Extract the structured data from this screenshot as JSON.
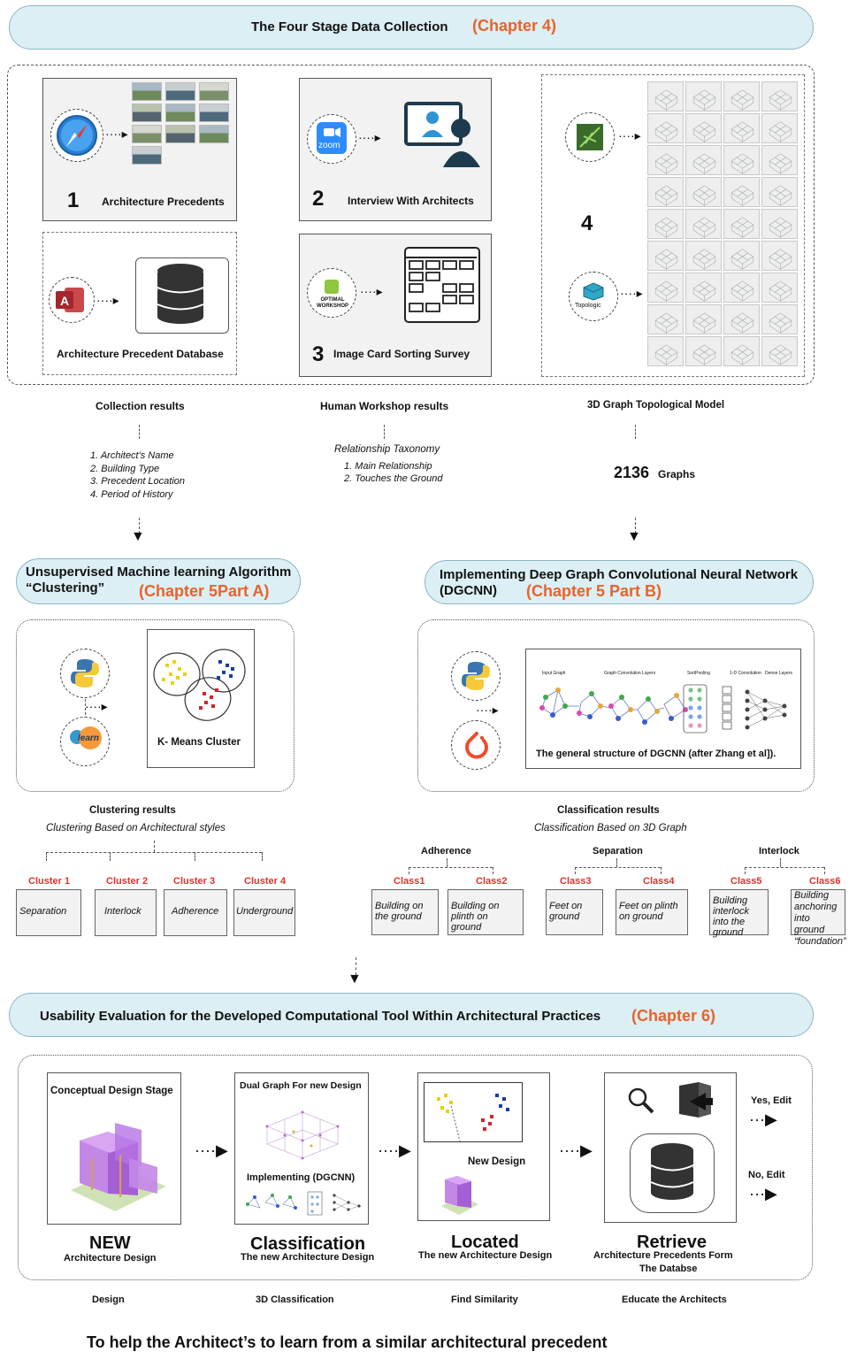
{
  "top_banner": {
    "title": "The Four Stage Data Collection",
    "chapter": "(Chapter 4)"
  },
  "stage1": {
    "number": "1",
    "label": "Architecture  Precedents"
  },
  "stage_db": {
    "label": "Architecture  Precedent  Database"
  },
  "stage2": {
    "number": "2",
    "label": "Interview With Architects"
  },
  "stage3": {
    "number": "3",
    "label": "Image Card Sorting Survey"
  },
  "stage4": {
    "number": "4"
  },
  "icons": {
    "zoom": "zoom",
    "optimal": "OPTIMAL WORKSHOP",
    "topologic": "Topologic",
    "sklearn": "learn"
  },
  "results": {
    "collection": {
      "title": "Collection results",
      "items": [
        "1. Architect's Name",
        "2. Building Type",
        "3. Precedent Location",
        "4. Period of History"
      ]
    },
    "workshop": {
      "title": "Human Workshop results",
      "subtitle": "Relationship Taxonomy",
      "items": [
        "1. Main Relationship",
        "2. Touches the Ground"
      ]
    },
    "graph": {
      "title": "3D Graph Topological Model",
      "count": "2136",
      "unit": "Graphs"
    }
  },
  "chapter5a": {
    "line1": "Unsupervised Machine learning Algorithm",
    "line2": "“Clustering”",
    "chapter": "(Chapter 5Part A)"
  },
  "chapter5b": {
    "line1": "Implementing Deep Graph Convolutional Neural Network",
    "line2": "(DGCNN)",
    "chapter": "(Chapter 5 Part B)"
  },
  "kmeans": {
    "label": "K- Means Cluster"
  },
  "dgcnn": {
    "caption": "The general structure of DGCNN (after Zhang et al]).",
    "layer_labels": [
      "Input Graph",
      "Graph Convolution Layers",
      "SortPooling",
      "1-D Convolution",
      "Dense Layers"
    ]
  },
  "clustering": {
    "title": "Clustering  results",
    "subtitle": "Clustering Based on Architectural styles",
    "clusters": [
      {
        "name": "Cluster 1",
        "label": "Separation"
      },
      {
        "name": "Cluster 2",
        "label": "Interlock"
      },
      {
        "name": "Cluster 3",
        "label": "Adherence"
      },
      {
        "name": "Cluster 4",
        "label": "Underground"
      }
    ]
  },
  "classification": {
    "title": "Classification results",
    "subtitle": "Classification Based on 3D Graph",
    "groups": [
      "Adherence",
      "Separation",
      "Interlock"
    ],
    "classes": [
      {
        "name": "Class1",
        "label": "Building on the ground"
      },
      {
        "name": "Class2",
        "label": "Building on plinth on ground"
      },
      {
        "name": "Class3",
        "label": "Feet on ground"
      },
      {
        "name": "Class4",
        "label": "Feet on plinth on ground"
      },
      {
        "name": "Class5",
        "label": "Building interlock into the ground"
      },
      {
        "name": "Class6",
        "label": "Building anchoring into ground “foundation”"
      }
    ]
  },
  "chapter6": {
    "title": "Usability Evaluation for the Developed Computational Tool Within Architectural Practices",
    "chapter": "(Chapter 6)"
  },
  "workflow": {
    "design": {
      "box_title": "Conceptual Design Stage",
      "big": "NEW",
      "sub": "Architecture Design",
      "caption": "Design"
    },
    "classify": {
      "box_title": "Dual Graph For new Design",
      "inner": "Implementing (DGCNN)",
      "big": "Classification",
      "sub": "The new Architecture Design",
      "caption": "3D Classification"
    },
    "locate": {
      "inner": "New Design",
      "big": "Located",
      "sub": "The new Architecture Design",
      "caption": "Find Similarity"
    },
    "retrieve": {
      "big": "Retrieve",
      "sub1": "Architecture  Precedents Form",
      "sub2": "The Databse",
      "caption": "Educate the Architects"
    },
    "yes": "Yes, Edit",
    "no": "No, Edit"
  },
  "footer": "To help the Architect’s to learn from a similar architectural precedent"
}
